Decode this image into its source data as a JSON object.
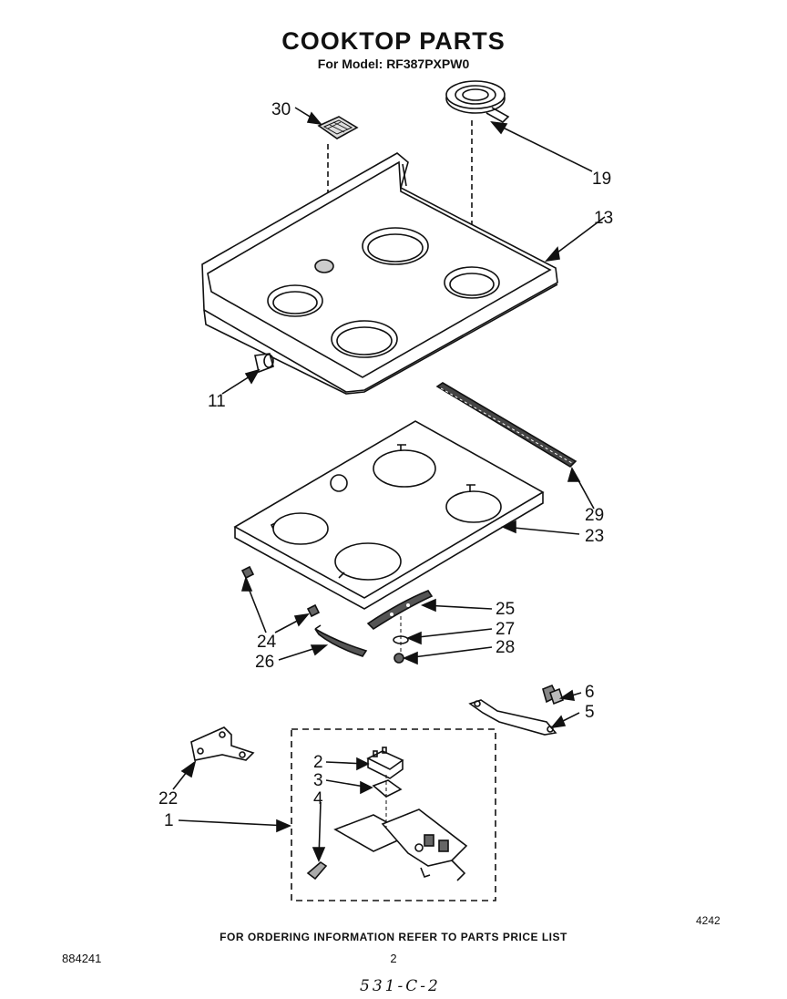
{
  "header": {
    "title": "COOKTOP PARTS",
    "subtitle": "For Model: RF387PXPW0"
  },
  "callouts": [
    {
      "id": "c30",
      "label": "30"
    },
    {
      "id": "c19",
      "label": "19"
    },
    {
      "id": "c13",
      "label": "13"
    },
    {
      "id": "c11",
      "label": "11"
    },
    {
      "id": "c29",
      "label": "29"
    },
    {
      "id": "c23",
      "label": "23"
    },
    {
      "id": "c25",
      "label": "25"
    },
    {
      "id": "c27",
      "label": "27"
    },
    {
      "id": "c24",
      "label": "24"
    },
    {
      "id": "c28",
      "label": "28"
    },
    {
      "id": "c26",
      "label": "26"
    },
    {
      "id": "c6",
      "label": "6"
    },
    {
      "id": "c5",
      "label": "5"
    },
    {
      "id": "c22",
      "label": "22"
    },
    {
      "id": "c2",
      "label": "2"
    },
    {
      "id": "c3",
      "label": "3"
    },
    {
      "id": "c4",
      "label": "4"
    },
    {
      "id": "c1",
      "label": "1"
    }
  ],
  "footer": {
    "figure_number": "4242",
    "ordering_note": "FOR ORDERING INFORMATION REFER TO PARTS PRICE LIST",
    "part_code": "884241",
    "page_number": "2",
    "handwritten_note": "531-C-2"
  }
}
